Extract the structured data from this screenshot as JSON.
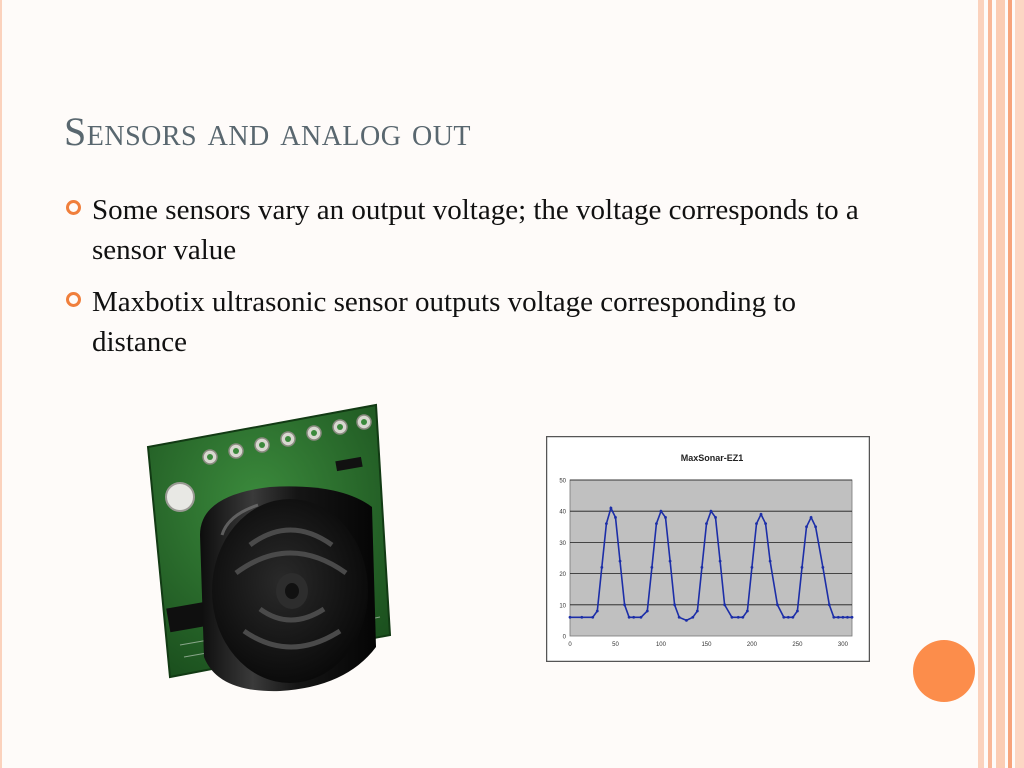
{
  "slide": {
    "title": "Sensors and analog out",
    "bullets": [
      {
        "text": "Some sensors vary an output voltage; the voltage corresponds to a sensor value"
      },
      {
        "text": "Maxbotix ultrasonic sensor outputs voltage corresponding to distance"
      }
    ],
    "accent_color": "#f07f3c",
    "circle_color": "#fc8d4b"
  },
  "chart_data": {
    "type": "line",
    "title": "MaxSonar-EZ1",
    "xlabel": "",
    "ylabel": "",
    "xlim": [
      0,
      310
    ],
    "ylim": [
      0,
      50
    ],
    "x_ticks": [
      "0",
      "50",
      "100",
      "150",
      "200",
      "250",
      "300"
    ],
    "y_ticks": [
      "0",
      "10",
      "20",
      "30",
      "40",
      "50"
    ],
    "grid": true,
    "legend": "none",
    "series_color": "#1c2ea8",
    "series": [
      {
        "x": [
          0,
          13,
          25,
          30,
          35,
          40,
          45,
          50,
          55,
          60,
          65,
          70,
          78,
          85,
          90,
          95,
          100,
          105,
          110,
          115,
          120,
          128,
          135,
          140,
          145,
          150,
          155,
          160,
          165,
          170,
          178,
          185,
          190,
          195,
          200,
          205,
          210,
          215,
          220,
          228,
          235,
          240,
          245,
          250,
          255,
          260,
          265,
          270,
          278,
          285,
          290,
          295,
          300,
          305,
          310
        ],
        "y": [
          6,
          6,
          6,
          8,
          22,
          36,
          41,
          38,
          24,
          10,
          6,
          6,
          6,
          8,
          22,
          36,
          40,
          38,
          24,
          10,
          6,
          5,
          6,
          8,
          22,
          36,
          40,
          38,
          24,
          10,
          6,
          6,
          6,
          8,
          22,
          36,
          39,
          36,
          24,
          10,
          6,
          6,
          6,
          8,
          22,
          35,
          38,
          35,
          22,
          10,
          6,
          6,
          6,
          6,
          6
        ]
      }
    ]
  }
}
